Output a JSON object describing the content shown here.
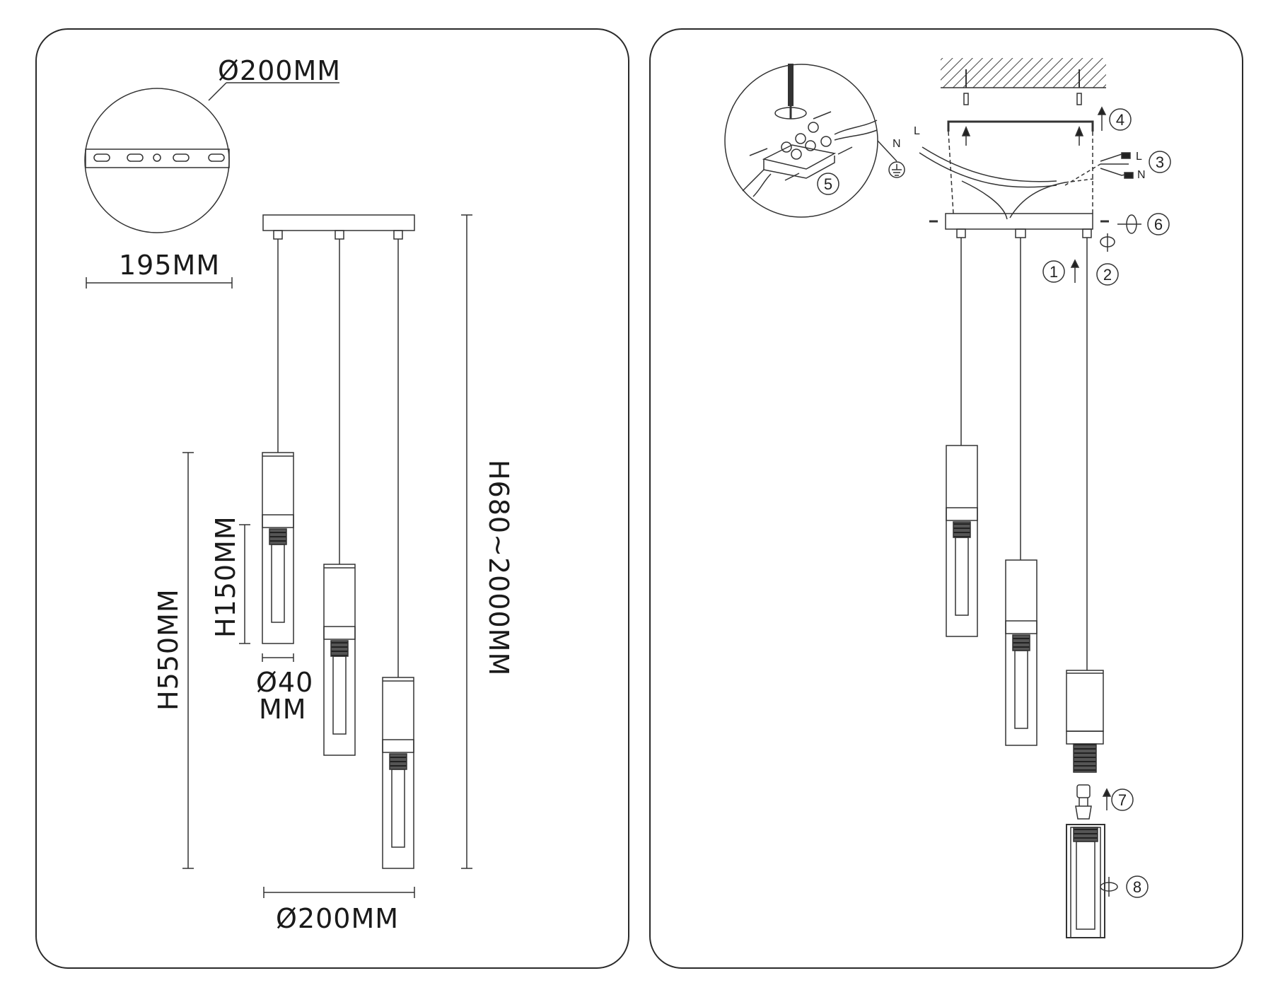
{
  "dimensions": {
    "canopy_diameter_top": "Ø200MM",
    "bracket_width": "195MM",
    "cluster_diameter": "Ø200MM",
    "total_height": "H680~2000MM",
    "shade_height": "H550MM",
    "glass_height": "H150MM",
    "shade_diameter_line1": "Ø40",
    "shade_diameter_line2": "MM"
  },
  "wiring": {
    "neutral": "N",
    "live": "L",
    "n_small": "N",
    "l_small": "L"
  },
  "steps": [
    "1",
    "2",
    "3",
    "4",
    "5",
    "6",
    "7",
    "8"
  ],
  "colors": {
    "line": "#333333",
    "dark": "#222222",
    "hatch": "#444444"
  }
}
